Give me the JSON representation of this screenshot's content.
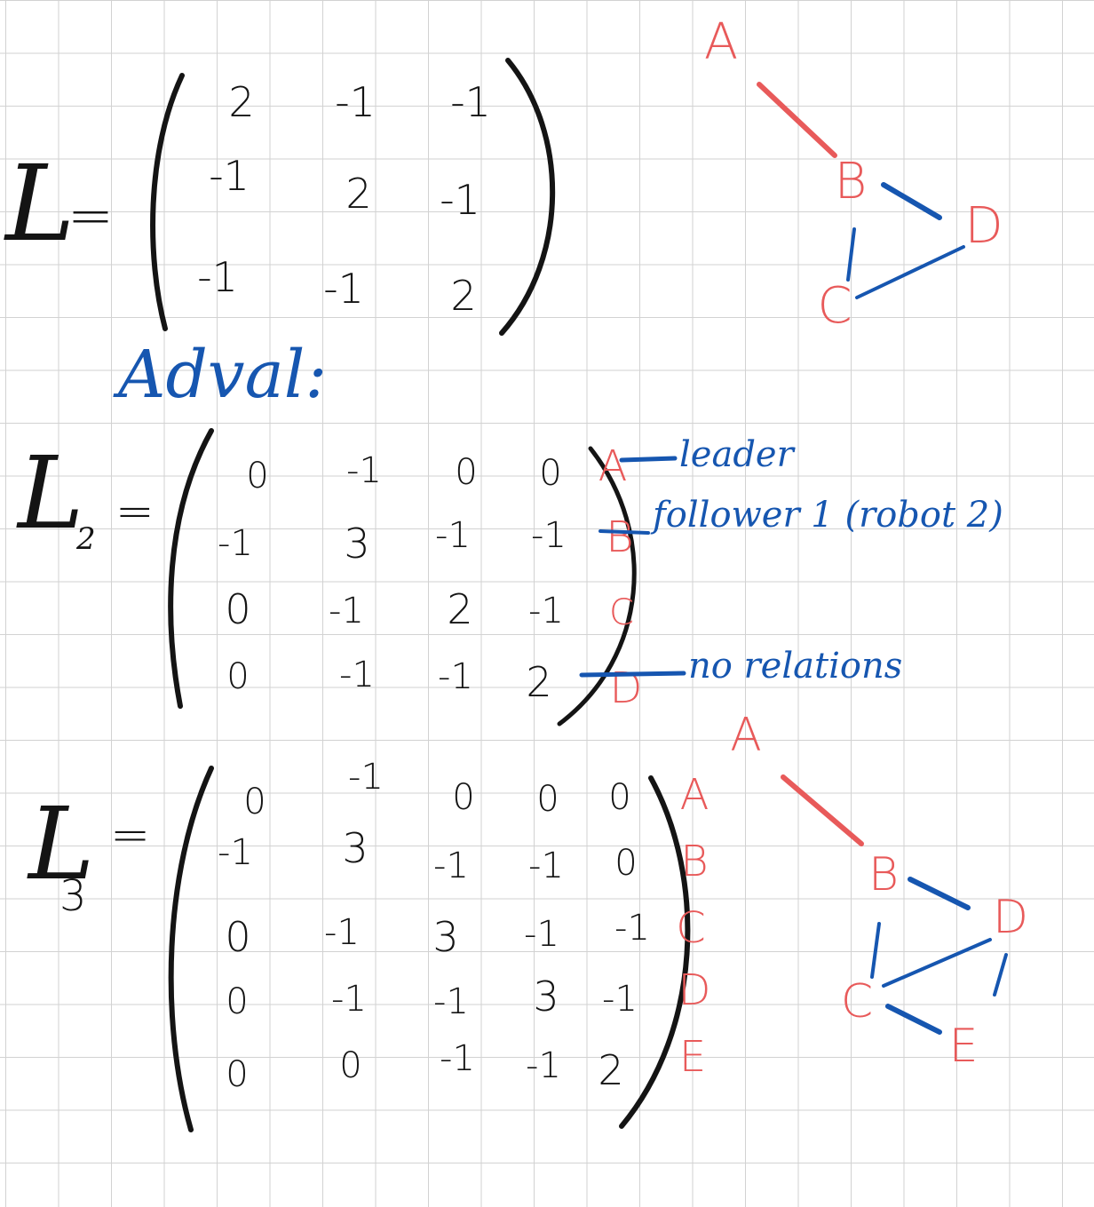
{
  "matrix_L": {
    "symbol": "L",
    "equals": "=",
    "rows": [
      [
        "2",
        "-1",
        "-1"
      ],
      [
        "-1",
        "2",
        "-1"
      ],
      [
        "-1",
        "-1",
        "2"
      ]
    ]
  },
  "graph_1": {
    "nodes": [
      "A",
      "B",
      "C",
      "D"
    ],
    "edges": [
      [
        "A",
        "B",
        "red"
      ],
      [
        "B",
        "D",
        "blue"
      ],
      [
        "B",
        "C",
        "blue"
      ],
      [
        "C",
        "D",
        "blue"
      ]
    ]
  },
  "section_label": "Adval:",
  "matrix_L2": {
    "symbol": "L",
    "subscript": "2",
    "equals": "=",
    "rows": [
      [
        "0",
        "-1",
        "0",
        "0"
      ],
      [
        "-1",
        "3",
        "-1",
        "-1"
      ],
      [
        "0",
        "-1",
        "2",
        "-1"
      ],
      [
        "0",
        "-1",
        "-1",
        "2"
      ]
    ],
    "row_labels": [
      "A",
      "B",
      "C",
      "D"
    ],
    "annotations": {
      "A": "leader",
      "B": "follower 1 (robot 2)",
      "D": "no relations"
    }
  },
  "graph_2": {
    "nodes": [
      "A",
      "B",
      "C",
      "D",
      "E"
    ],
    "edges": [
      [
        "A",
        "B",
        "red"
      ],
      [
        "B",
        "D",
        "blue"
      ],
      [
        "B",
        "C",
        "blue"
      ],
      [
        "C",
        "D",
        "blue"
      ],
      [
        "D",
        "E",
        "blue"
      ],
      [
        "C",
        "E",
        "blue"
      ]
    ]
  },
  "matrix_L3": {
    "symbol": "L",
    "subscript": "3",
    "equals": "=",
    "rows": [
      [
        "0",
        "-1",
        "0",
        "0",
        "0"
      ],
      [
        "-1",
        "3",
        "-1",
        "-1",
        "0"
      ],
      [
        "0",
        "-1",
        "3",
        "-1",
        "-1"
      ],
      [
        "0",
        "-1",
        "-1",
        "3",
        "-1"
      ],
      [
        "0",
        "0",
        "-1",
        "-1",
        "2"
      ]
    ],
    "row_labels": [
      "A",
      "B",
      "C",
      "D",
      "E"
    ]
  },
  "colors": {
    "ink": "#141414",
    "blue": "#1656b0",
    "red": "#e85a5a",
    "grid": "#d2d2d2"
  }
}
